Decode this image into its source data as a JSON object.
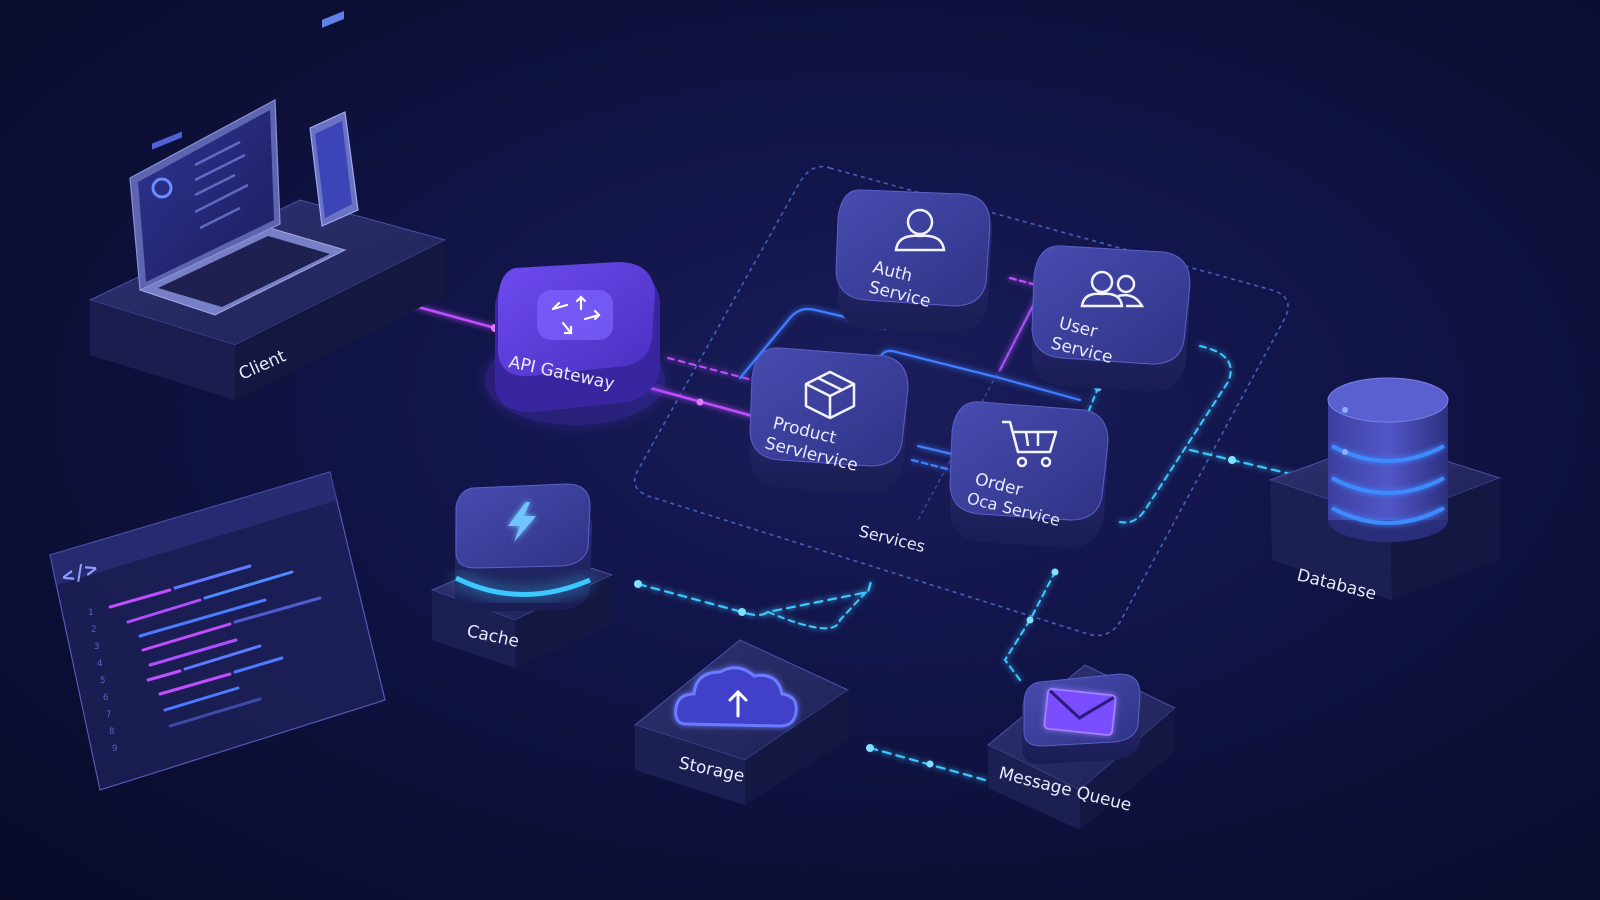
{
  "nodes": {
    "client": "Client",
    "api_gateway": "API Gateway",
    "auth_service_1": "Auth",
    "auth_service_2": "Service",
    "user_service_1": "User",
    "user_service_2": "Service",
    "product_service_1": "Product",
    "product_service_2": "Servlervice",
    "order_service_1": "Order",
    "order_service_2": "Oca Service",
    "services_group": "Services",
    "database": "Database",
    "cache": "Cache",
    "storage": "Storage",
    "message_queue": "Message Queue"
  },
  "colors": {
    "background": "#0d1038",
    "block_face": "#3a3f9a",
    "block_side": "#232766",
    "gateway_face": "#5b3fd6",
    "cyan_link": "#3ec7ff",
    "blue_link": "#4d7bff",
    "purple_link": "#b04dff",
    "dashed_border": "#4a6fd0"
  },
  "icons": {
    "client": "laptop-phone-icon",
    "api_gateway": "arrows-routing-icon",
    "auth": "user-icon",
    "user": "users-icon",
    "product": "box-icon",
    "order": "cart-icon",
    "database": "database-icon",
    "cache": "lightning-icon",
    "storage": "cloud-upload-icon",
    "message_queue": "envelope-icon",
    "code": "code-icon"
  }
}
